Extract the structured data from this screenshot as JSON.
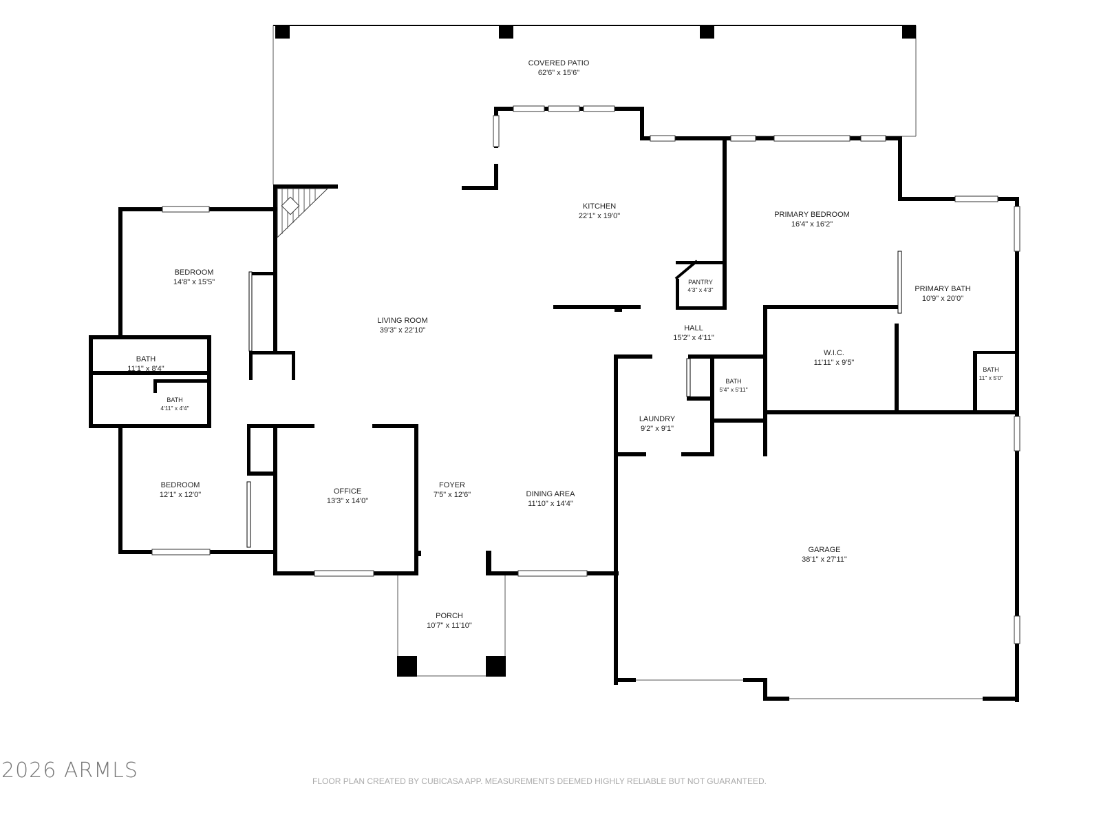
{
  "rooms": {
    "covered_patio": {
      "name": "COVERED PATIO",
      "dim": "62'6\" x 15'6\""
    },
    "kitchen": {
      "name": "KITCHEN",
      "dim": "22'1\" x 19'0\""
    },
    "primary_bedroom": {
      "name": "PRIMARY BEDROOM",
      "dim": "16'4\" x 16'2\""
    },
    "primary_bath": {
      "name": "PRIMARY BATH",
      "dim": "10'9\" x 20'0\""
    },
    "pantry": {
      "name": "PANTRY",
      "dim": "4'3\" x 4'3\""
    },
    "bedroom_1": {
      "name": "BEDROOM",
      "dim": "14'8\" x 15'5\""
    },
    "living_room": {
      "name": "LIVING ROOM",
      "dim": "39'3\" x 22'10\""
    },
    "hall": {
      "name": "HALL",
      "dim": "15'2\" x 4'11\""
    },
    "bath_1": {
      "name": "BATH",
      "dim": "11'1\" x 8'4\""
    },
    "bath_2": {
      "name": "BATH",
      "dim": "4'11\" x 4'4\""
    },
    "wic": {
      "name": "W.I.C.",
      "dim": "11'11\" x 9'5\""
    },
    "bath_3": {
      "name": "BATH",
      "dim": "5'4\" x 5'11\""
    },
    "bath_4": {
      "name": "BATH",
      "dim": "11\" x 5'0\""
    },
    "laundry": {
      "name": "LAUNDRY",
      "dim": "9'2\" x 9'1\""
    },
    "bedroom_2": {
      "name": "BEDROOM",
      "dim": "12'1\" x 12'0\""
    },
    "office": {
      "name": "OFFICE",
      "dim": "13'3\" x 14'0\""
    },
    "foyer": {
      "name": "FOYER",
      "dim": "7'5\" x 12'6\""
    },
    "dining_area": {
      "name": "DINING AREA",
      "dim": "11'10\" x 14'4\""
    },
    "garage": {
      "name": "GARAGE",
      "dim": "38'1\" x 27'11\""
    },
    "porch": {
      "name": "PORCH",
      "dim": "10'7\" x 11'10\""
    }
  },
  "watermark": "2026 ARMLS",
  "credit": "FLOOR PLAN CREATED BY CUBICASA APP. MEASUREMENTS DEEMED HIGHLY RELIABLE BUT NOT GUARANTEED."
}
